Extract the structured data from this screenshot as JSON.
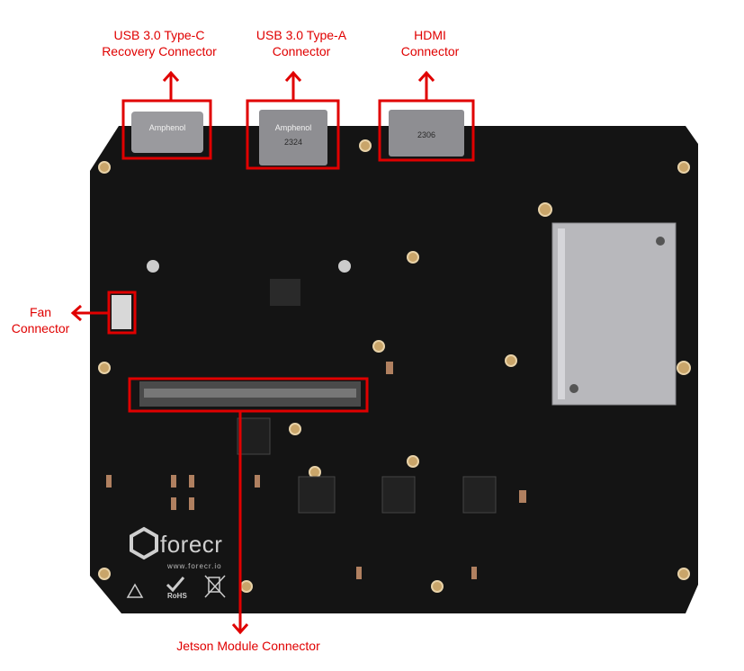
{
  "labels": {
    "usb_c": {
      "line1": "USB 3.0 Type-C",
      "line2": "Recovery Connector"
    },
    "usb_a": {
      "line1": "USB 3.0 Type-A",
      "line2": "Connector"
    },
    "hdmi": {
      "line1": "HDMI",
      "line2": "Connector"
    },
    "fan": {
      "line1": "Fan",
      "line2": "Connector"
    },
    "jetson": {
      "line1": "Jetson Module Connector"
    }
  },
  "board": {
    "brand": "forecr",
    "url": "www.forecr.io",
    "rohs": "RoHS",
    "connector_marks": {
      "usb_c": "Amphenol",
      "usb_a": "Amphenol",
      "usb_a_code": "2324",
      "hdmi_code": "2306"
    }
  },
  "colors": {
    "annotation": "#e00000",
    "pcb": "#141414",
    "pad": "#c9a56a",
    "heatsink": "#b8b8bc"
  }
}
